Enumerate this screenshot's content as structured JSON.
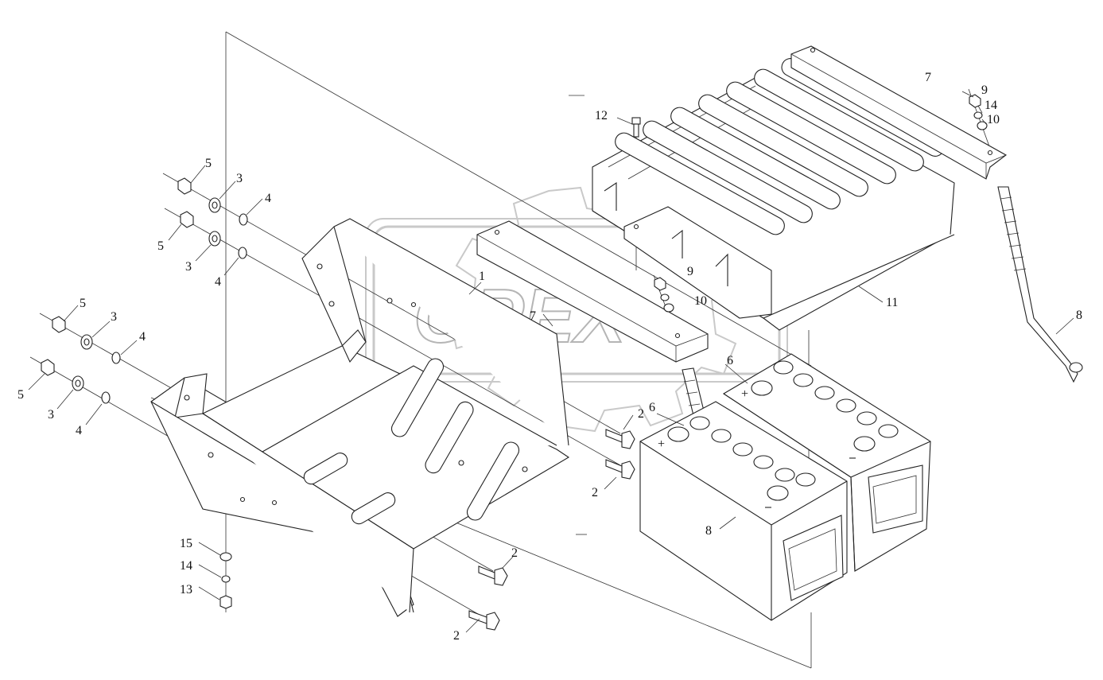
{
  "diagram": {
    "type": "exploded-parts-drawing",
    "watermark_text": "OPEX",
    "callouts": [
      {
        "id": "c-1",
        "text": "1"
      },
      {
        "id": "c-2a",
        "text": "2"
      },
      {
        "id": "c-2b",
        "text": "2"
      },
      {
        "id": "c-2c",
        "text": "2"
      },
      {
        "id": "c-2d",
        "text": "2"
      },
      {
        "id": "c-3a",
        "text": "3"
      },
      {
        "id": "c-3b",
        "text": "3"
      },
      {
        "id": "c-3c",
        "text": "3"
      },
      {
        "id": "c-3d",
        "text": "3"
      },
      {
        "id": "c-4a",
        "text": "4"
      },
      {
        "id": "c-4b",
        "text": "4"
      },
      {
        "id": "c-4c",
        "text": "4"
      },
      {
        "id": "c-4d",
        "text": "4"
      },
      {
        "id": "c-5a",
        "text": "5"
      },
      {
        "id": "c-5b",
        "text": "5"
      },
      {
        "id": "c-5c",
        "text": "5"
      },
      {
        "id": "c-5d",
        "text": "5"
      },
      {
        "id": "c-6a",
        "text": "6"
      },
      {
        "id": "c-6b",
        "text": "6"
      },
      {
        "id": "c-7a",
        "text": "7"
      },
      {
        "id": "c-7b",
        "text": "7"
      },
      {
        "id": "c-8a",
        "text": "8"
      },
      {
        "id": "c-8b",
        "text": "8"
      },
      {
        "id": "c-9a",
        "text": "9"
      },
      {
        "id": "c-9b",
        "text": "9"
      },
      {
        "id": "c-10a",
        "text": "10"
      },
      {
        "id": "c-10b",
        "text": "10"
      },
      {
        "id": "c-11",
        "text": "11"
      },
      {
        "id": "c-12",
        "text": "12"
      },
      {
        "id": "c-13",
        "text": "13"
      },
      {
        "id": "c-14a",
        "text": "14"
      },
      {
        "id": "c-14b",
        "text": "14"
      },
      {
        "id": "c-15",
        "text": "15"
      }
    ]
  }
}
